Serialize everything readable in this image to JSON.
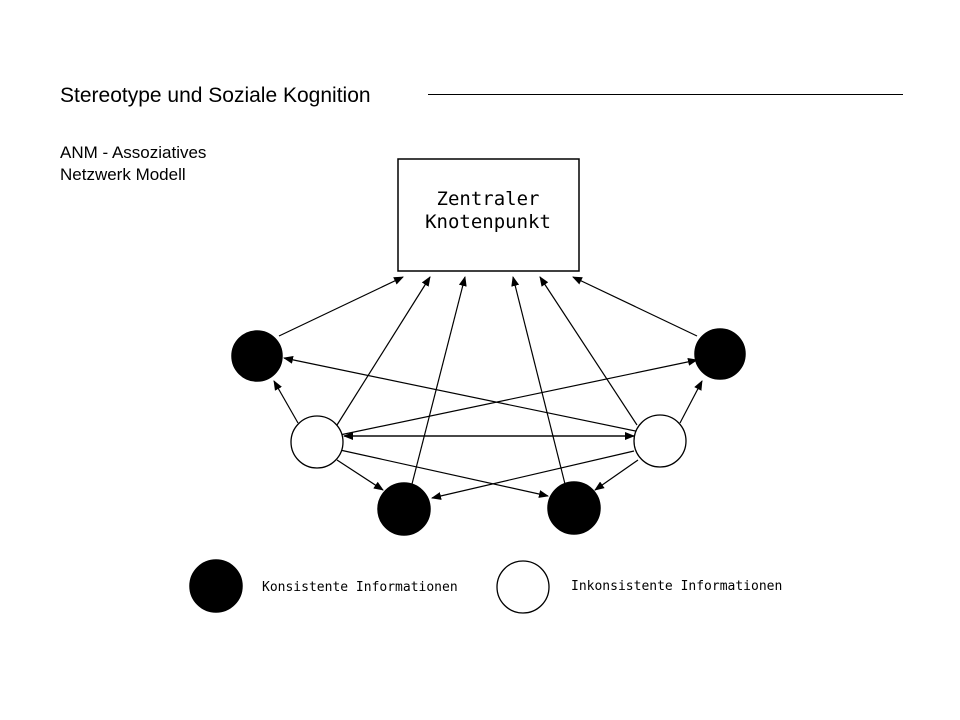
{
  "slide": {
    "title": "Stereotype und Soziale Kognition",
    "subtitle_line1": "ANM - Assoziatives",
    "subtitle_line2": "Netzwerk Modell"
  },
  "diagram": {
    "center_node_line1": "Zentraler",
    "center_node_line2": "Knotenpunkt",
    "consistent_color": "#000000",
    "inconsistent_color": "#ffffff"
  },
  "legend": {
    "consistent_label": "Konsistente Informationen",
    "inconsistent_label": "Inkonsistente Informationen"
  }
}
